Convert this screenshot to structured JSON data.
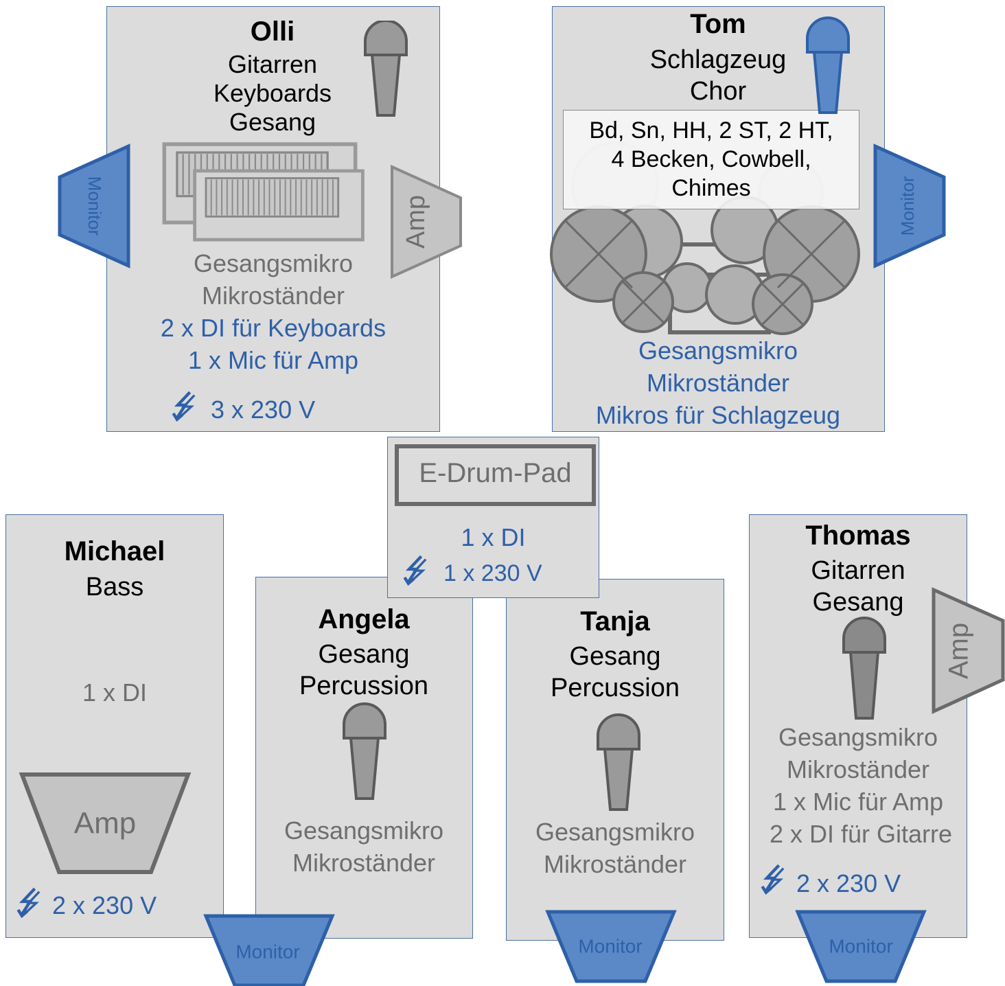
{
  "colors": {
    "panel": "#dcdcdc",
    "blue": "#2e60a8",
    "monitor_fill": "#5b89c8",
    "gray_text": "#6e6e6e"
  },
  "olli": {
    "name": "Olli",
    "roles": [
      "Gitarren",
      "Keyboards",
      "Gesang"
    ],
    "equipment_gray": [
      "Gesangsmikro",
      "Mikroständer"
    ],
    "equipment_blue": [
      "2 x DI für Keyboards",
      "1 x Mic für Amp"
    ],
    "power": "3 x 230 V",
    "amp_label": "Amp",
    "monitor_label": "Monitor"
  },
  "tom": {
    "name": "Tom",
    "roles": [
      "Schlagzeug",
      "Chor"
    ],
    "drum_kit": [
      "Bd, Sn, HH, 2 ST, 2 HT,",
      "4 Becken, Cowbell,",
      "Chimes"
    ],
    "equipment_blue": [
      "Gesangsmikro",
      "Mikroständer",
      "Mikros für Schlagzeug"
    ],
    "monitor_label": "Monitor"
  },
  "edrum": {
    "pad_label": "E-Drum-Pad",
    "di": "1 x DI",
    "power": "1 x 230 V"
  },
  "michael": {
    "name": "Michael",
    "roles": [
      "Bass"
    ],
    "di": "1 x DI",
    "amp_label": "Amp",
    "power": "2 x 230 V"
  },
  "angela": {
    "name": "Angela",
    "roles": [
      "Gesang",
      "Percussion"
    ],
    "equipment_gray": [
      "Gesangsmikro",
      "Mikroständer"
    ],
    "monitor_label": "Monitor"
  },
  "tanja": {
    "name": "Tanja",
    "roles": [
      "Gesang",
      "Percussion"
    ],
    "equipment_gray": [
      "Gesangsmikro",
      "Mikroständer"
    ],
    "monitor_label": "Monitor"
  },
  "thomas": {
    "name": "Thomas",
    "roles": [
      "Gitarren",
      "Gesang"
    ],
    "equipment_gray": [
      "Gesangsmikro",
      "Mikroständer",
      "1 x Mic für Amp",
      "2 x DI für Gitarre"
    ],
    "power": "2 x 230 V",
    "amp_label": "Amp",
    "monitor_label": "Monitor"
  }
}
